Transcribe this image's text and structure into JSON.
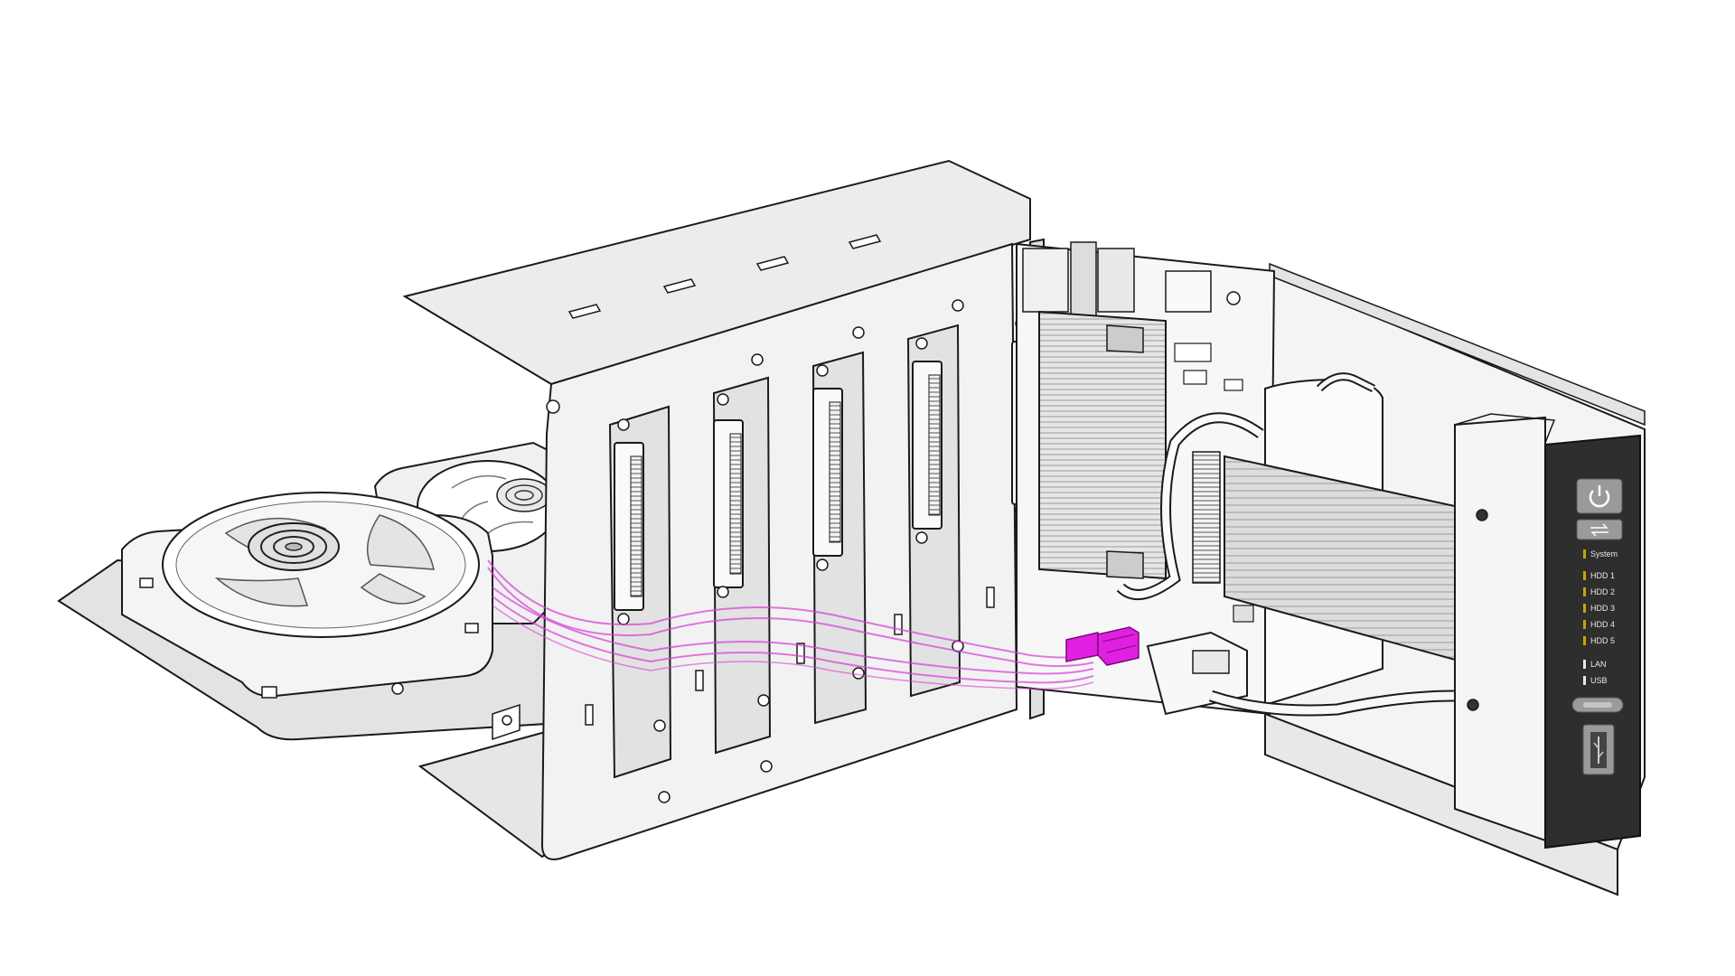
{
  "front_panel": {
    "labels": {
      "system": "System",
      "hdd1": "HDD 1",
      "hdd2": "HDD 2",
      "hdd3": "HDD 3",
      "hdd4": "HDD 4",
      "hdd5": "HDD 5",
      "lan": "LAN",
      "usb": "USB"
    },
    "buttons": [
      "power-icon",
      "copy-icon",
      "pill-button-icon",
      "usb-port-icon"
    ]
  },
  "colors": {
    "metal": "#ededed",
    "metal_shadow": "#d4d4d4",
    "outline": "#1a1a1a",
    "highlight_cable": "#d63fd6",
    "highlight_connector": "#e020e0",
    "panel_dark": "#2e2e2e",
    "led_amber": "#c9a500"
  }
}
